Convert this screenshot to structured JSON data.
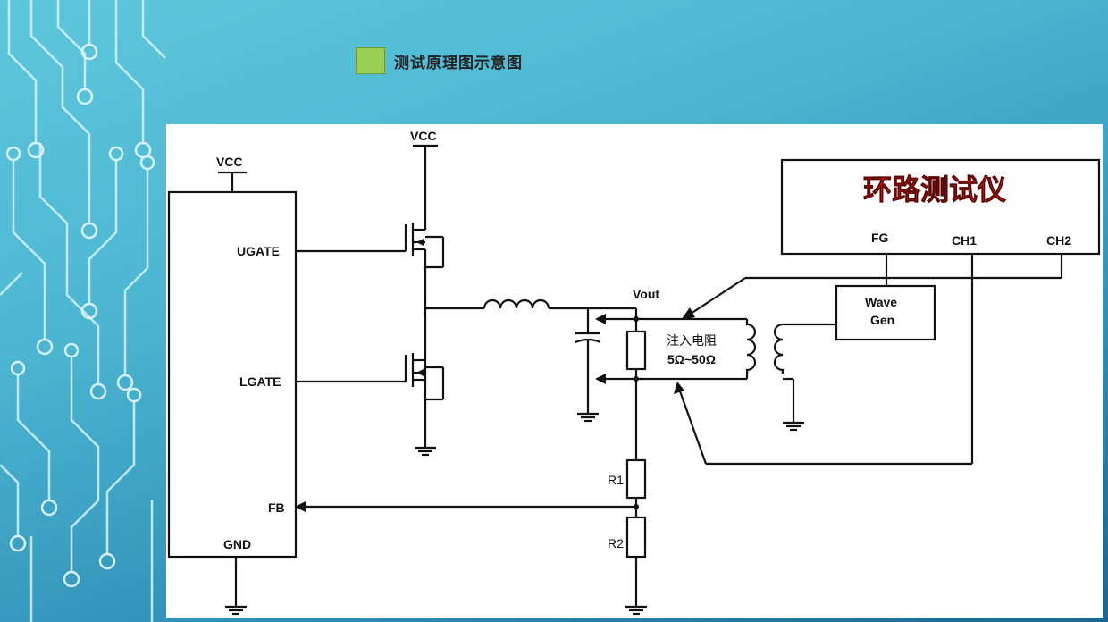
{
  "slide": {
    "title": "测试原理图示意图",
    "swatch_color": "#9bcf53"
  },
  "schematic": {
    "tester_title": "环路测试仪",
    "labels": {
      "vcc_ic": "VCC",
      "vcc_fet": "VCC",
      "ugate": "UGATE",
      "lgate": "LGATE",
      "fb": "FB",
      "gnd": "GND",
      "vout": "Vout",
      "r1": "R1",
      "r2": "R2",
      "inject_title": "注入电阻",
      "inject_value": "5Ω~50Ω",
      "fg": "FG",
      "ch1": "CH1",
      "ch2": "CH2",
      "wave_line1": "Wave",
      "wave_line2": "Gen"
    }
  }
}
